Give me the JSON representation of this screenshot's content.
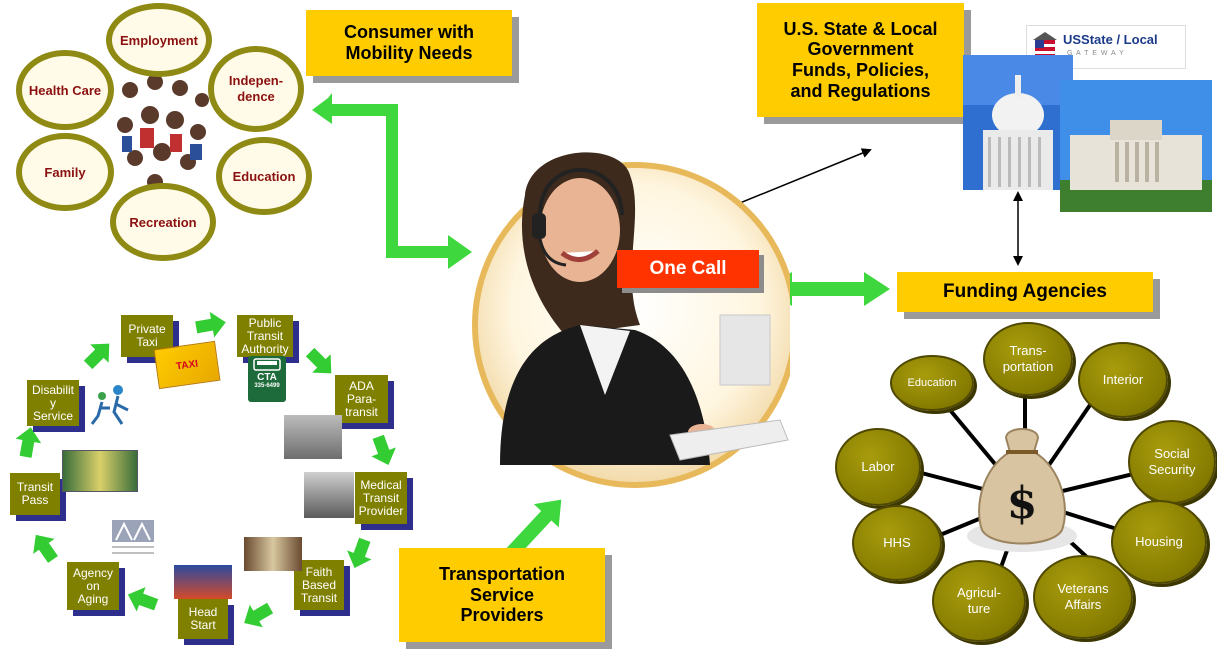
{
  "consumer_box": "Consumer with\nMobility Needs",
  "government_box": "U.S. State & Local\nGovernment\nFunds, Policies,\nand Regulations",
  "gateway_logo": "USState / Local",
  "gateway_logo_sub": "G A T E W A Y",
  "one_call": "One Call",
  "funding_box": "Funding Agencies",
  "providers_box": "Transportation\nService\nProviders",
  "needs": {
    "employment": "Employment",
    "independence": "Indepen-\ndence",
    "health_care": "Health Care",
    "family": "Family",
    "education": "Education",
    "recreation": "Recreation"
  },
  "services": {
    "private_taxi": "Private\nTaxi",
    "public_transit": "Public\nTransit\nAuthority",
    "ada": "ADA\nPara-\ntransit",
    "medical": "Medical\nTransit\nProvider",
    "faith": "Faith\nBased\nTransit",
    "head_start": "Head\nStart",
    "aging": "Agency\non\nAging",
    "transit_pass": "Transit\nPass",
    "disability": "Disabilit\ny\nService"
  },
  "logo_texts": {
    "taxi": "TAXI",
    "cta": "CTA",
    "cta_phone": "335-6499"
  },
  "agencies": {
    "education": "Education",
    "transportation": "Trans-\nportation",
    "interior": "Interior",
    "labor": "Labor",
    "social_security": "Social\nSecurity",
    "hhs": "HHS",
    "housing": "Housing",
    "agriculture": "Agricul-\nture",
    "veterans": "Veterans\nAffairs"
  },
  "money_bag_symbol": "$",
  "colors": {
    "callout_yellow": "#ffcc00",
    "olive": "#808000",
    "arrow_green": "#33cc33",
    "one_call_red": "#ff3300",
    "need_text": "#8b1010"
  }
}
